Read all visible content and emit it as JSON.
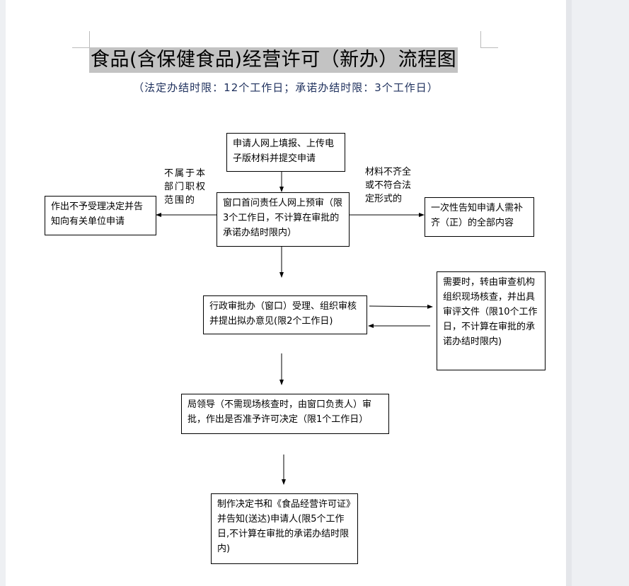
{
  "title": "食品(含保健食品)经营许可（新办）流程图",
  "subtitle": "（法定办结时限：12个工作日；承诺办结时限：3个工作日）",
  "steps": {
    "apply": "申请人网上填报、上传电子版材料并提交申请",
    "pre_review": "窗口首问责任人网上预审（限3个工作日，不计算在审批的承诺办结时限内）",
    "reject": "作出不予受理决定并告知向有关单位申请",
    "supplement": "一次性告知申请人需补齐（正）的全部内容",
    "accept": "行政审批办（窗口）受理、组织审核并提出拟办意见(限2个工作日)",
    "onsite": "需要时，转由审查机构组织现场核查，并出具审评文件（限10个工作日，不计算在审批的承诺办结时限内)",
    "decision": "局领导（不需现场核查时，由窗口负责人）审批，作出是否准予许可决定（限1个工作日）",
    "issue": "制作决定书和《食品经营许可证》并告知(送达)申请人(限5个工作日,不计算在审批的承诺办结时限内)"
  },
  "labels": {
    "out_of_scope": "不属于本部门职权范围的",
    "incomplete": "材料不齐全或不符合法定形式的"
  }
}
